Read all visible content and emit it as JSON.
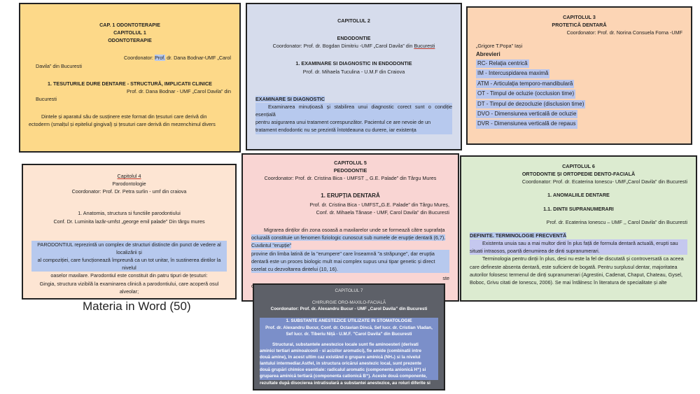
{
  "colors": {
    "card1": "#fdd989",
    "card2": "#d6dcec",
    "card3": "#fcd5b5",
    "card4": "#fde5d3",
    "card5": "#f9d5d3",
    "card6": "#dcebd0",
    "card7": "#5d6068",
    "highlight": "#b7c9ee"
  },
  "caption": "Materia in Word (50)",
  "c1": {
    "l1": "CAP. 1 ODONTOTERAPIE",
    "l2": "CAPITOLUL 1",
    "l3": "ODONTOTERAPIE",
    "coord_pre": "Coordonator:",
    "coord_hl": "Prof.",
    "coord_post": "dr. Dana Bodnar-UMF „Carol",
    "coord_l2": "Davila” din Bucuresti",
    "sec": "1. TESUTURILE DURE DENTARE - STRUCTURĂ, IMPLICATII CLINICE",
    "auth": "Prof. dr. Dana Bodnar - UMF „Carol Davila” din",
    "auth_l2": "Bucuresti",
    "p1": "Dintele și aparatul său de susținere este format din țesuturi care derivă din",
    "p2": "ectoderm (smalțul și epiteliul gingival) și țesuturi care derivă din mezenchimul divers"
  },
  "c2": {
    "l1": "CAPITOLUL 2",
    "l2": "ENDODONTIE",
    "coord": "Coordonator: Prof. dr. Bogdan Dimitriu -UMF „Carol Davila” din",
    "coord_u": "Bucuresti",
    "sec": "1. EXAMINARE SI DIAGNOSTIC IN ENDODONTIE",
    "auth": "Prof. dr. Mihaela Tuculina - U.M.F din Craiova",
    "head": "EXAMINARE SI DIAGNOSTIC",
    "p1": "Examinarea minuțioasă și stabilirea unui diagnostic corect sunt o condiție esențială",
    "p2": "pentru asigurarea unui tratament corespunzător. Pacientul ce are nevoie de un",
    "p3": "tratament endodontic nu se prezintă întotdeauna cu durere, iar existența"
  },
  "c3": {
    "l1": "CAPITOLUL 3",
    "l2": "PROTETICĂ DENTARĂ",
    "coord": "Coordonator: Prof. dr. Norina Consuela Forna -UMF",
    "coord_l2": "„Grigore T.Popa” Iași",
    "abbr_title": "Abrevieri",
    "abbr": [
      "RC- Relația centrică",
      "IM - Intercuspidarea maximă",
      "ATM - Articulația temporo-mandibulară",
      "OT - Timpul de ocluzie (occlusion time)",
      "DT - Timpul de dezocluzie (disclusion time)",
      "DVO - Dimensiunea verticală de ocluzie",
      "DVR - Dimensiunea verticală de repaus"
    ]
  },
  "c4": {
    "l1": "Capitolul 4",
    "l2": "Parodontologie",
    "coord": "Coordonator: Prof. Dr. Petra surlin - umf din craiova",
    "sec": "1. Anatomia, structura si functiile parodontiului",
    "auth": "Conf. Dr. Luminita lazăr-umfst „george emil palade” Din târgu mures",
    "p1": "PARODONTIUL reprezintă un complex de structuri distincte din punct de vedere al localizării și",
    "p2": "al compoziției, care funcționează împreună ca un tot unitar, în sustinerea dintilor la nivelul",
    "p3": "oaselor maxilare. Parodontiul este constituit din patru tipuri de țesuturi:",
    "p4": "Gingia, structura vizibilă la examinarea clinică a parodontiului, care acoperă osul alveolar;"
  },
  "c5": {
    "l1": "CAPITOLUL 5",
    "l2": "PEDODONTIE",
    "coord": "Coordonator: Prof. dr. Cristina Bica - UMFST ,, G.E. Palade” din Târgu Mures",
    "sec": "1. ERUPȚIA DENTARĂ",
    "auth1": "Prof. dr. Cristina Bica - UMFST,„G.E. Palade” din Târgu Mureș,",
    "auth2": "Conf. dr. Mihaela Tănase - UMF, Carol Davila” din Bucuresti",
    "p1": "Migrarea dinților din zona osoasă a maxilarelor unde se formează către suprafața",
    "p2": "ocluzală constituie un fenomen fiziologic cunoscut sub numele de erupție dentară (6,7).",
    "p3": "Cuvântul \"erupție\"",
    "p4": "provine din limba latină de la \"erumpere\" care înseamnă \"a străpunge\", dar erupția",
    "p5": "dentară este un proces biologic mult mai complex supus unui tipar genetic și direct",
    "p6": "corelat cu dezvoltarea dintelui (10, 16).",
    "tail": "ste",
    "tail2": "că"
  },
  "c6": {
    "l1": "CAPITOLUL 6",
    "l2": "ORTODONTIE ȘI ORTOPEDIE DENTO-FACIALĂ",
    "coord": "Coordonator: Prof. dr. Ecaterina Ionescu- UMF„Carol Davila” din Bucuresti",
    "sec": "1. ANOMALIILE DENTARE",
    "sub": "1.1. DINTII SUPRANUMERARI",
    "auth": "Prof. dr. Ecaterina Ionescu – UMF ,, Carol Davila” din Bucuresti",
    "head": "DEFINITE. TERMINOLOGIE FRECVENTĂ",
    "p1": "Existenta unuia sau a mai multor dinti în plus față de formula dentară actuală, erupti sau",
    "p2": "situati intraosos, poartă denumirea de dinti supranumerari.",
    "p3": "Terminologia pentru dinții în plus, desi nu este la fel de discutată și controversată ca aceea",
    "p4": "care defineste absenta dentară, este suficient de bogată. Pentru surplusul dentar, majoritatea",
    "p5": "autorilor folosesc termenul de dinți supranumerari (Agrestini, Cadenat, Chaput, Chateau, Gysel,",
    "p6": "Boboc, Grivu citati de Ionescu, 2006). Se mai întâlnesc în literatura de specialitate și alte"
  },
  "c7": {
    "l1": "CAPITOLUL 7",
    "l2": "CHIRURGIE ORO-MAXILO-FACIALĂ",
    "coord": "Coordonator: Prof. dr. Alexandru Bucur - UMF „Carol Davila” din Bucuresti",
    "sec": "1. SUBSTANTE ANESTEZICE UTILIZATE IN STOMATOLOGIE",
    "auth1": "Prof. dr. Alexandru Bucur, Conf. dr. Octavian Dincă, Sef lucr. dr. Cristian Vladan,",
    "auth2": "Sef lucr. dr. Tiberiu Niță - U.M.F. \"Carol Davila\" din Bucuresti",
    "p1": "Structural, substantele anestezice locale sunt fie aminoesteri (derivati",
    "p2": "aminici tertiari aminoalcooli - si acizilor aromatici), fie amide (combinatii intre",
    "p3": "două amine), în acest ultim caz existând o grupare aminică (NH₂) si la nivelul",
    "p4": "lantului intermediar.Astfel, in structura oricărui anestezic local, sunt prezente",
    "p5": "două grupări chimice esentiale: radicalul aromatic (componenta anionică H⁺) si",
    "p6": "gruparea aminică tertiară (componenta cationică B⁺). Aceste două componente,",
    "p7": "rezultate după disocierea intratisulară a substantei anestezice, au roluri diferite si"
  }
}
